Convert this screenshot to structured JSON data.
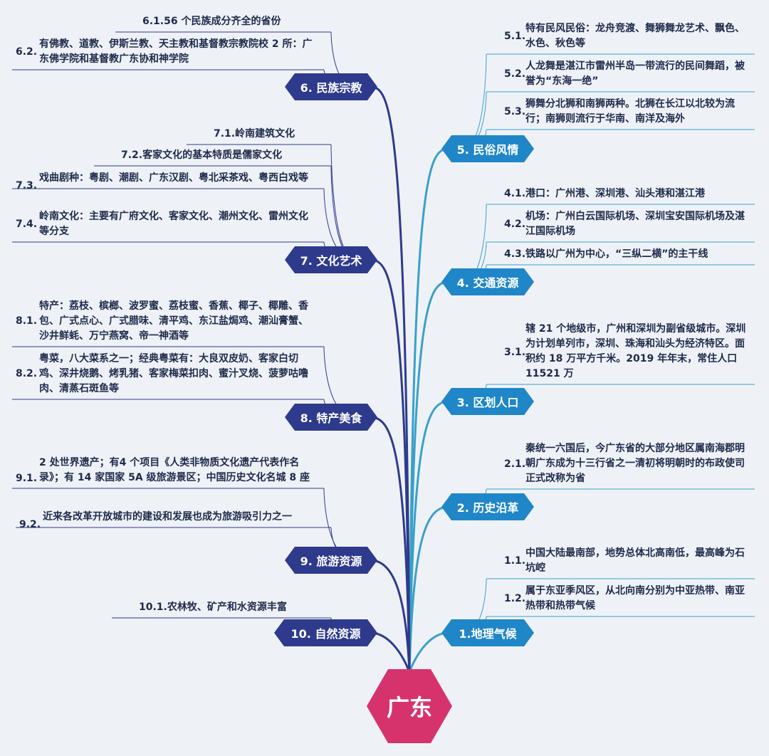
{
  "root": "广东",
  "branches": [
    {
      "label": "1.地理气候",
      "side": "right",
      "items": [
        {
          "num": "1.1.",
          "text": "中国大陆最南部，地势总体北高南低，最高峰为石坑崆"
        },
        {
          "num": "1.2.",
          "text": "属于东亚季风区，从北向南分别为中亚热带、南亚热带和热带气候"
        }
      ]
    },
    {
      "label": "2. 历史沿革",
      "side": "right",
      "items": [
        {
          "num": "2.1.",
          "text": "秦统一六国后，今广东省的大部分地区属南海郡明朝广东成为十三行省之一清初将明朝时的布政使司正式改称为省"
        }
      ]
    },
    {
      "label": "3. 区划人口",
      "side": "right",
      "items": [
        {
          "num": "3.1.",
          "text": "辖 21 个地级市，广州和深圳为副省级城市。深圳为计划单列市，深圳、珠海和汕头为经济特区。面积约 18 万平方千米。2019 年年末，常住人口11521 万"
        }
      ]
    },
    {
      "label": "4. 交通资源",
      "side": "right",
      "items": [
        {
          "num": "4.1.",
          "text": "港口：广州港、深圳港、汕头港和湛江港"
        },
        {
          "num": "4.2.",
          "text": "机场：广州白云国际机场、深圳宝安国际机场及湛江国际机场"
        },
        {
          "num": "4.3.",
          "text": "铁路以广州为中心，“三纵二横”的主干线"
        }
      ]
    },
    {
      "label": "5. 民俗风情",
      "side": "right",
      "items": [
        {
          "num": "5.1.",
          "text": "特有民风民俗：龙舟竞渡、舞狮舞龙艺术、飘色、水色、秋色等"
        },
        {
          "num": "5.2.",
          "text": "人龙舞是湛江市雷州半岛一带流行的民间舞蹈，被誉为“东海一绝”"
        },
        {
          "num": "5.3.",
          "text": "狮舞分北狮和南狮两种。北狮在长江以北较为流行；南狮则流行于华南、南洋及海外"
        }
      ]
    },
    {
      "label": "6. 民族宗教",
      "side": "left",
      "items": [
        {
          "num": "",
          "text": "6.1.56 个民族成分齐全的省份"
        },
        {
          "num": "6.2.",
          "text": "有佛教、道教、伊斯兰教、天主教和基督教宗教院校 2 所：广东佛学院和基督教广东协和神学院"
        }
      ]
    },
    {
      "label": "7. 文化艺术",
      "side": "left",
      "items": [
        {
          "num": "",
          "text": "7.1.岭南建筑文化"
        },
        {
          "num": "",
          "text": "7.2.客家文化的基本特质是儒家文化"
        },
        {
          "num": "7.3.",
          "text": "戏曲剧种：粤剧、潮剧、广东汉剧、粤北采茶戏、粤西白戏等"
        },
        {
          "num": "7.4.",
          "text": "岭南文化：主要有广府文化、客家文化、潮州文化、雷州文化等分支"
        }
      ]
    },
    {
      "label": "8. 特产美食",
      "side": "left",
      "items": [
        {
          "num": "8.1.",
          "text": "特产：荔枝、槟榔、波罗蜜、荔枝蜜、香蕉、椰子、椰雕、香包、广式点心、广式腊味、清平鸡、东江盐焗鸡、潮汕膏蟹、沙井鲜蚝、万宁燕窝、帝一神酒等"
        },
        {
          "num": "8.2.",
          "text": "粤菜，八大菜系之一；经典粤菜有：大良双皮奶、客家白切鸡、深井烧鹅、烤乳猪、客家梅菜扣肉、蜜汁叉烧、菠萝咕噜肉、清蒸石斑鱼等"
        }
      ]
    },
    {
      "label": "9. 旅游资源",
      "side": "left",
      "items": [
        {
          "num": "9.1.",
          "text": "2 处世界遗产；有4 个项目《人类非物质文化遗产代表作名录》；有 14 家国家 5A 级旅游景区；中国历史文化名城 8 座"
        },
        {
          "num": "9.2.",
          "text": "近来各改革开放城市的建设和发展也成为旅游吸引力之一"
        }
      ]
    },
    {
      "label": "10. 自然资源",
      "side": "left",
      "items": [
        {
          "num": "",
          "text": "10.1.农林牧、矿产和水资源丰富"
        }
      ]
    }
  ],
  "colors": {
    "root": "#d6336c",
    "right_branch": "#1f86c8",
    "left_branch": "#2e3a8c",
    "line_right": "#3aa0c8",
    "line_left": "#2e3a8c"
  }
}
